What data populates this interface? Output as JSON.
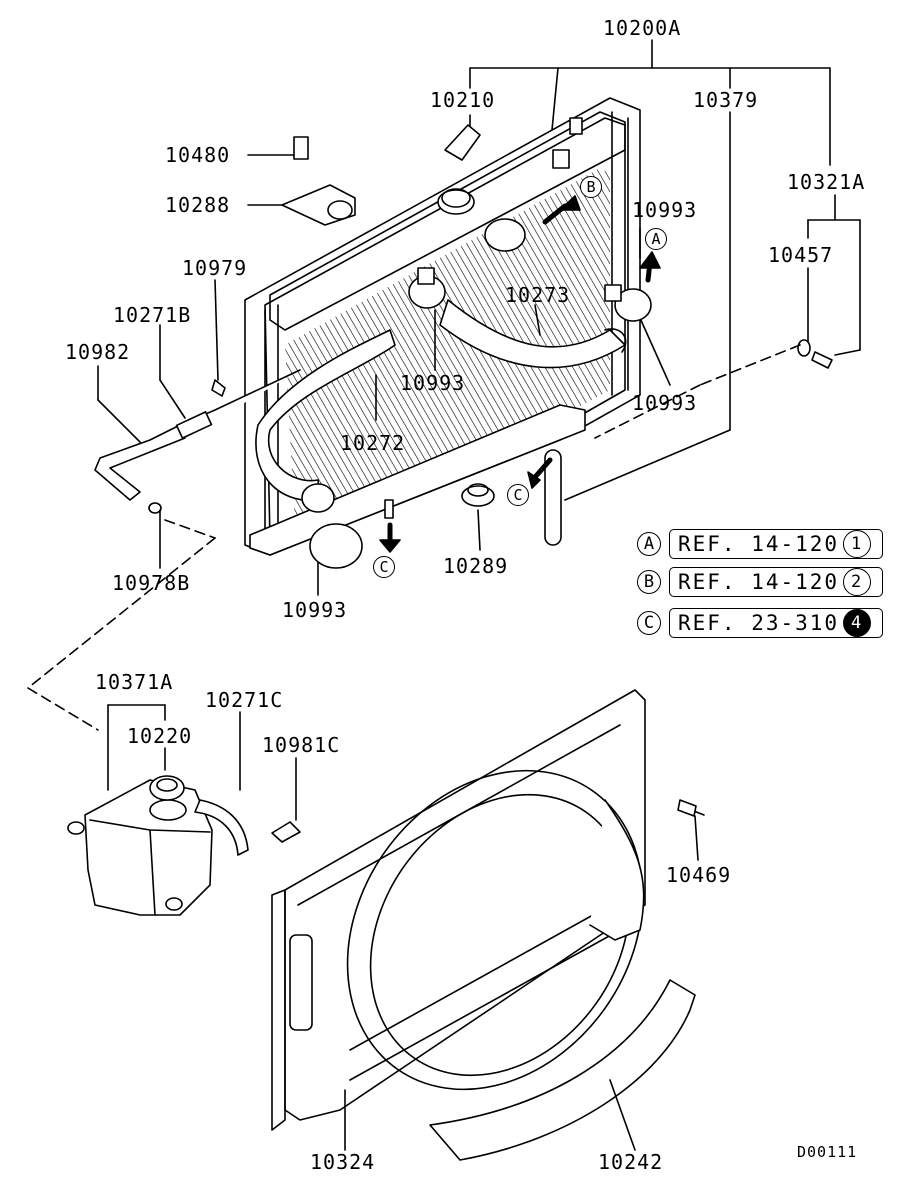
{
  "labels": {
    "p10200A": "10200A",
    "p10210": "10210",
    "p10379": "10379",
    "p10480": "10480",
    "p10288": "10288",
    "p10321A": "10321A",
    "p10993_a": "10993",
    "p10457": "10457",
    "p10979": "10979",
    "p10273": "10273",
    "p10271B": "10271B",
    "p10982": "10982",
    "p10993_b": "10993",
    "p10993_c": "10993",
    "p10272": "10272",
    "p10978B": "10978B",
    "p10289": "10289",
    "p10993_d": "10993",
    "p10371A": "10371A",
    "p10271C": "10271C",
    "p10220": "10220",
    "p10981C": "10981C",
    "p10469": "10469",
    "p10324": "10324",
    "p10242": "10242"
  },
  "callouts": {
    "a": "A",
    "b": "B",
    "c1": "C",
    "c2": "C"
  },
  "references": [
    {
      "letter": "A",
      "text": "REF. 14-120",
      "num": "1",
      "filled": false
    },
    {
      "letter": "B",
      "text": "REF. 14-120",
      "num": "2",
      "filled": false
    },
    {
      "letter": "C",
      "text": "REF. 23-310",
      "num": "4",
      "filled": true
    }
  ],
  "diagram_code": "D00111"
}
